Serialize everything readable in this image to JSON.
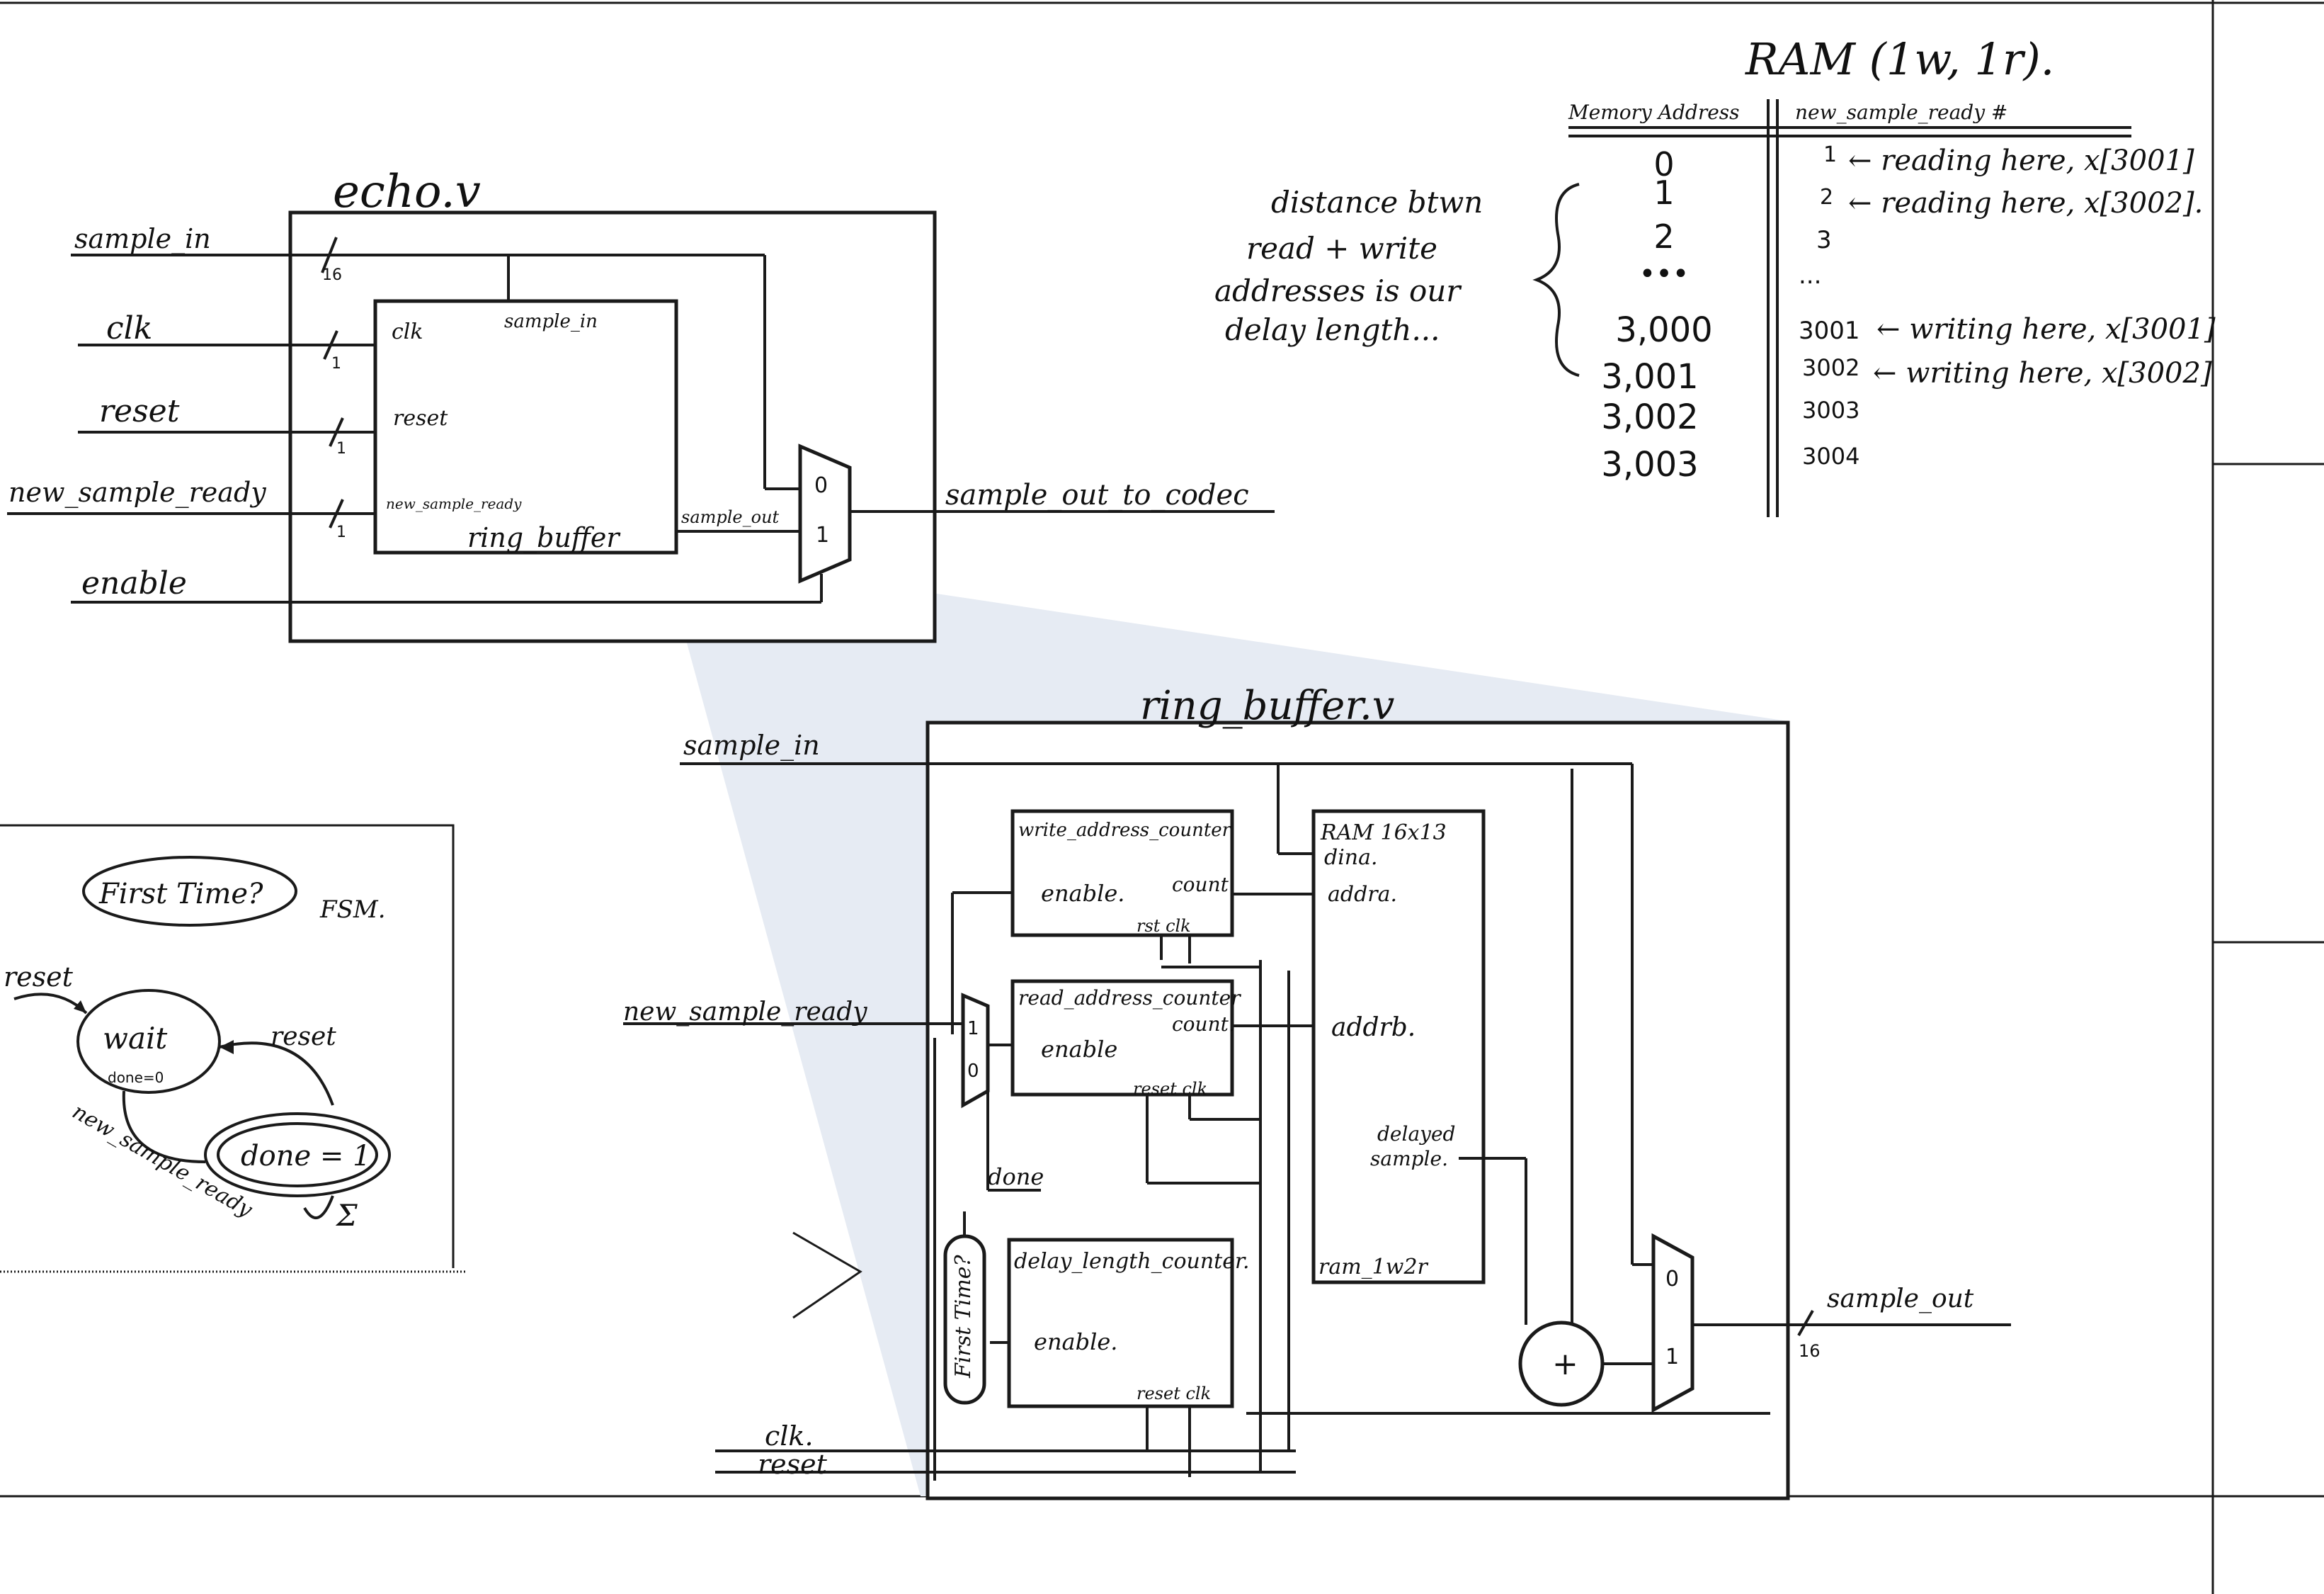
{
  "echo": {
    "title": "echo.v",
    "inputs": {
      "sample_in": "sample_in",
      "clk": "clk",
      "reset": "reset",
      "new_sample_ready": "new_sample_ready",
      "enable": "enable"
    },
    "widths": {
      "w16": "16",
      "w1a": "1",
      "w1b": "1",
      "w1c": "1"
    },
    "ring": {
      "clk": "clk",
      "sample_in": "sample_in",
      "reset": "reset",
      "new_sample_ready": "new_sample_ready",
      "name": "ring_buffer",
      "sample_out": "sample_out"
    },
    "mux": {
      "zero": "0",
      "one": "1"
    },
    "output": "sample_out_to_codec"
  },
  "ram_table": {
    "title": "RAM (1w, 1r).",
    "col1": "Memory Address",
    "col2": "new_sample_ready #",
    "rows": [
      {
        "addr": "0",
        "num": "1",
        "note": "← reading here, x[3001]"
      },
      {
        "addr": "1",
        "num": "2",
        "note": "← reading here, x[3002]."
      },
      {
        "addr": "2",
        "num": "3",
        "note": ""
      },
      {
        "addr": "•••",
        "num": "...",
        "note": ""
      },
      {
        "addr": "3,000",
        "num": "3001",
        "note": "← writing here, x[3001]"
      },
      {
        "addr": "3,001",
        "num": "3002",
        "note": "← writing here, x[3002]"
      },
      {
        "addr": "3,002",
        "num": "3003",
        "note": ""
      },
      {
        "addr": "3,003",
        "num": "3004",
        "note": ""
      }
    ],
    "distance_note": [
      "distance btwn",
      "read + write",
      "addresses is our",
      "delay length..."
    ]
  },
  "fsm": {
    "title": "First Time?",
    "label": "FSM.",
    "reset_in": "reset",
    "wait_state": "wait",
    "wait_sub": "done=0",
    "reset_arc": "reset",
    "transition": "new_sample_ready",
    "done_state": "done = 1",
    "self_loop": "Σ"
  },
  "ring_buffer": {
    "title": "ring_buffer.v",
    "inputs": {
      "sample_in": "sample_in",
      "new_sample_ready": "new_sample_ready",
      "clk": "clk.",
      "reset": "reset"
    },
    "write_counter": {
      "name": "write_address_counter",
      "enable": "enable.",
      "count": "count",
      "reset_clk": "rst clk"
    },
    "read_counter": {
      "name": "read_address_counter",
      "enable": "enable",
      "count": "count.",
      "reset_clk": "reset clk"
    },
    "delay_counter": {
      "name": "delay_length_counter.",
      "enable": "enable.",
      "reset_clk": "reset clk"
    },
    "ram": {
      "title": "RAM 16x13",
      "dina": "dina.",
      "addra": "addra.",
      "addrb": "addrb.",
      "delayed": "delayed",
      "sample": "sample.",
      "name": "ram_1w2r"
    },
    "first_time": "First Time?",
    "done": "done",
    "mux_one": "1",
    "mux_zero": "0",
    "adder": "+",
    "out_mux_zero": "0",
    "out_mux_one": "1",
    "sample_out": "sample_out",
    "out_width": "16"
  }
}
